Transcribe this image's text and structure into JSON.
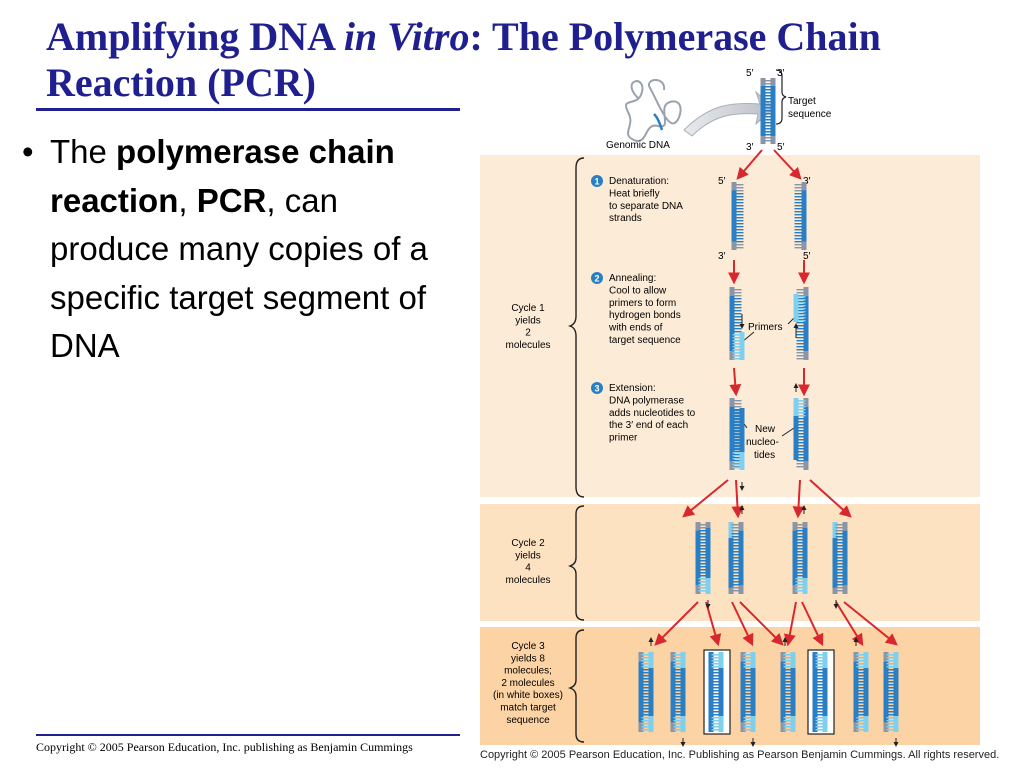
{
  "slide": {
    "title_part1": "Amplifying DNA ",
    "title_italic": "in Vitro",
    "title_part2": ": The Polymerase Chain Reaction (PCR)",
    "bullet": {
      "marker": "•",
      "t1": "The ",
      "b1": "polymerase chain reaction",
      "t2": ", ",
      "b2": "PCR",
      "t3": ", can produce many copies of a specific target segment of DNA"
    },
    "footer": "Copyright © 2005 Pearson Education, Inc. publishing as Benjamin Cummings"
  },
  "figure": {
    "labels": {
      "genomic_dna": "Genomic DNA",
      "target_line1": "Target",
      "target_line2": "sequence",
      "five_prime": "5′",
      "three_prime": "3′",
      "primers": "Primers",
      "new_nuc_1": "New",
      "new_nuc_2": "nucleo-",
      "new_nuc_3": "tides"
    },
    "steps": [
      {
        "num": "1",
        "lines": [
          "Denaturation:",
          "Heat briefly",
          "to separate DNA",
          "strands"
        ]
      },
      {
        "num": "2",
        "lines": [
          "Annealing:",
          "Cool to allow",
          "primers to form",
          "hydrogen bonds",
          "with ends of",
          "target sequence"
        ]
      },
      {
        "num": "3",
        "lines": [
          "Extension:",
          "DNA polymerase",
          "adds nucleotides to",
          "the 3′ end of each",
          "primer"
        ]
      }
    ],
    "cycles": [
      {
        "lines": [
          "Cycle 1",
          "yields",
          "2",
          "molecules"
        ]
      },
      {
        "lines": [
          "Cycle 2",
          "yields",
          "4",
          "molecules"
        ]
      },
      {
        "lines": [
          "Cycle 3",
          "yields 8",
          "molecules;",
          "2 molecules",
          "(in white boxes)",
          "match target",
          "sequence"
        ]
      }
    ],
    "copyright": "Copyright © 2005 Pearson Education, Inc. Publishing as Pearson Benjamin Cummings. All rights reserved.",
    "colors": {
      "strand_gray": "#8a96a8",
      "strand_blue": "#2a7fc4",
      "primer_light": "#7fd0ee",
      "arrow_red": "#d8282f",
      "panel_cycle1": "#fcebd6",
      "panel_cycle2": "#fde2c2",
      "panel_cycle3": "#fcd3a4",
      "title_navy": "#1f1f8f"
    }
  }
}
